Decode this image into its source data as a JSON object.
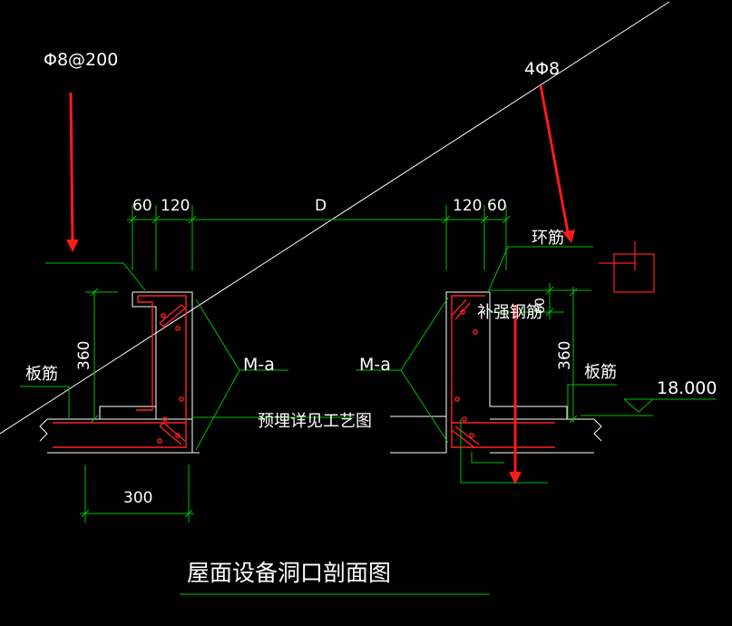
{
  "title": "屋面设备洞口剖面图",
  "labels": {
    "rebar_left": "Φ8@200",
    "rebar_right": "4Φ8",
    "ring_bar": "环筋",
    "reinforce_bar": "补强钢筋",
    "slab_bar_left": "板筋",
    "slab_bar_right": "板筋",
    "embed_note": "预埋详见工艺图",
    "member_left": "M-a",
    "member_right": "M-a",
    "elevation": "18.000"
  },
  "dimensions": {
    "left_60": "60",
    "left_120": "120",
    "opening": "D",
    "right_120": "120",
    "right_60": "60",
    "height_left": "360",
    "height_right": "360",
    "small_right": "60",
    "bottom_width": "300"
  },
  "colors": {
    "background": "#000000",
    "white_line": "#ffffff",
    "dim_line": "#00c000",
    "rebar": "#ff2020",
    "arrow": "#ff1a1a",
    "text": "#ffffff"
  }
}
